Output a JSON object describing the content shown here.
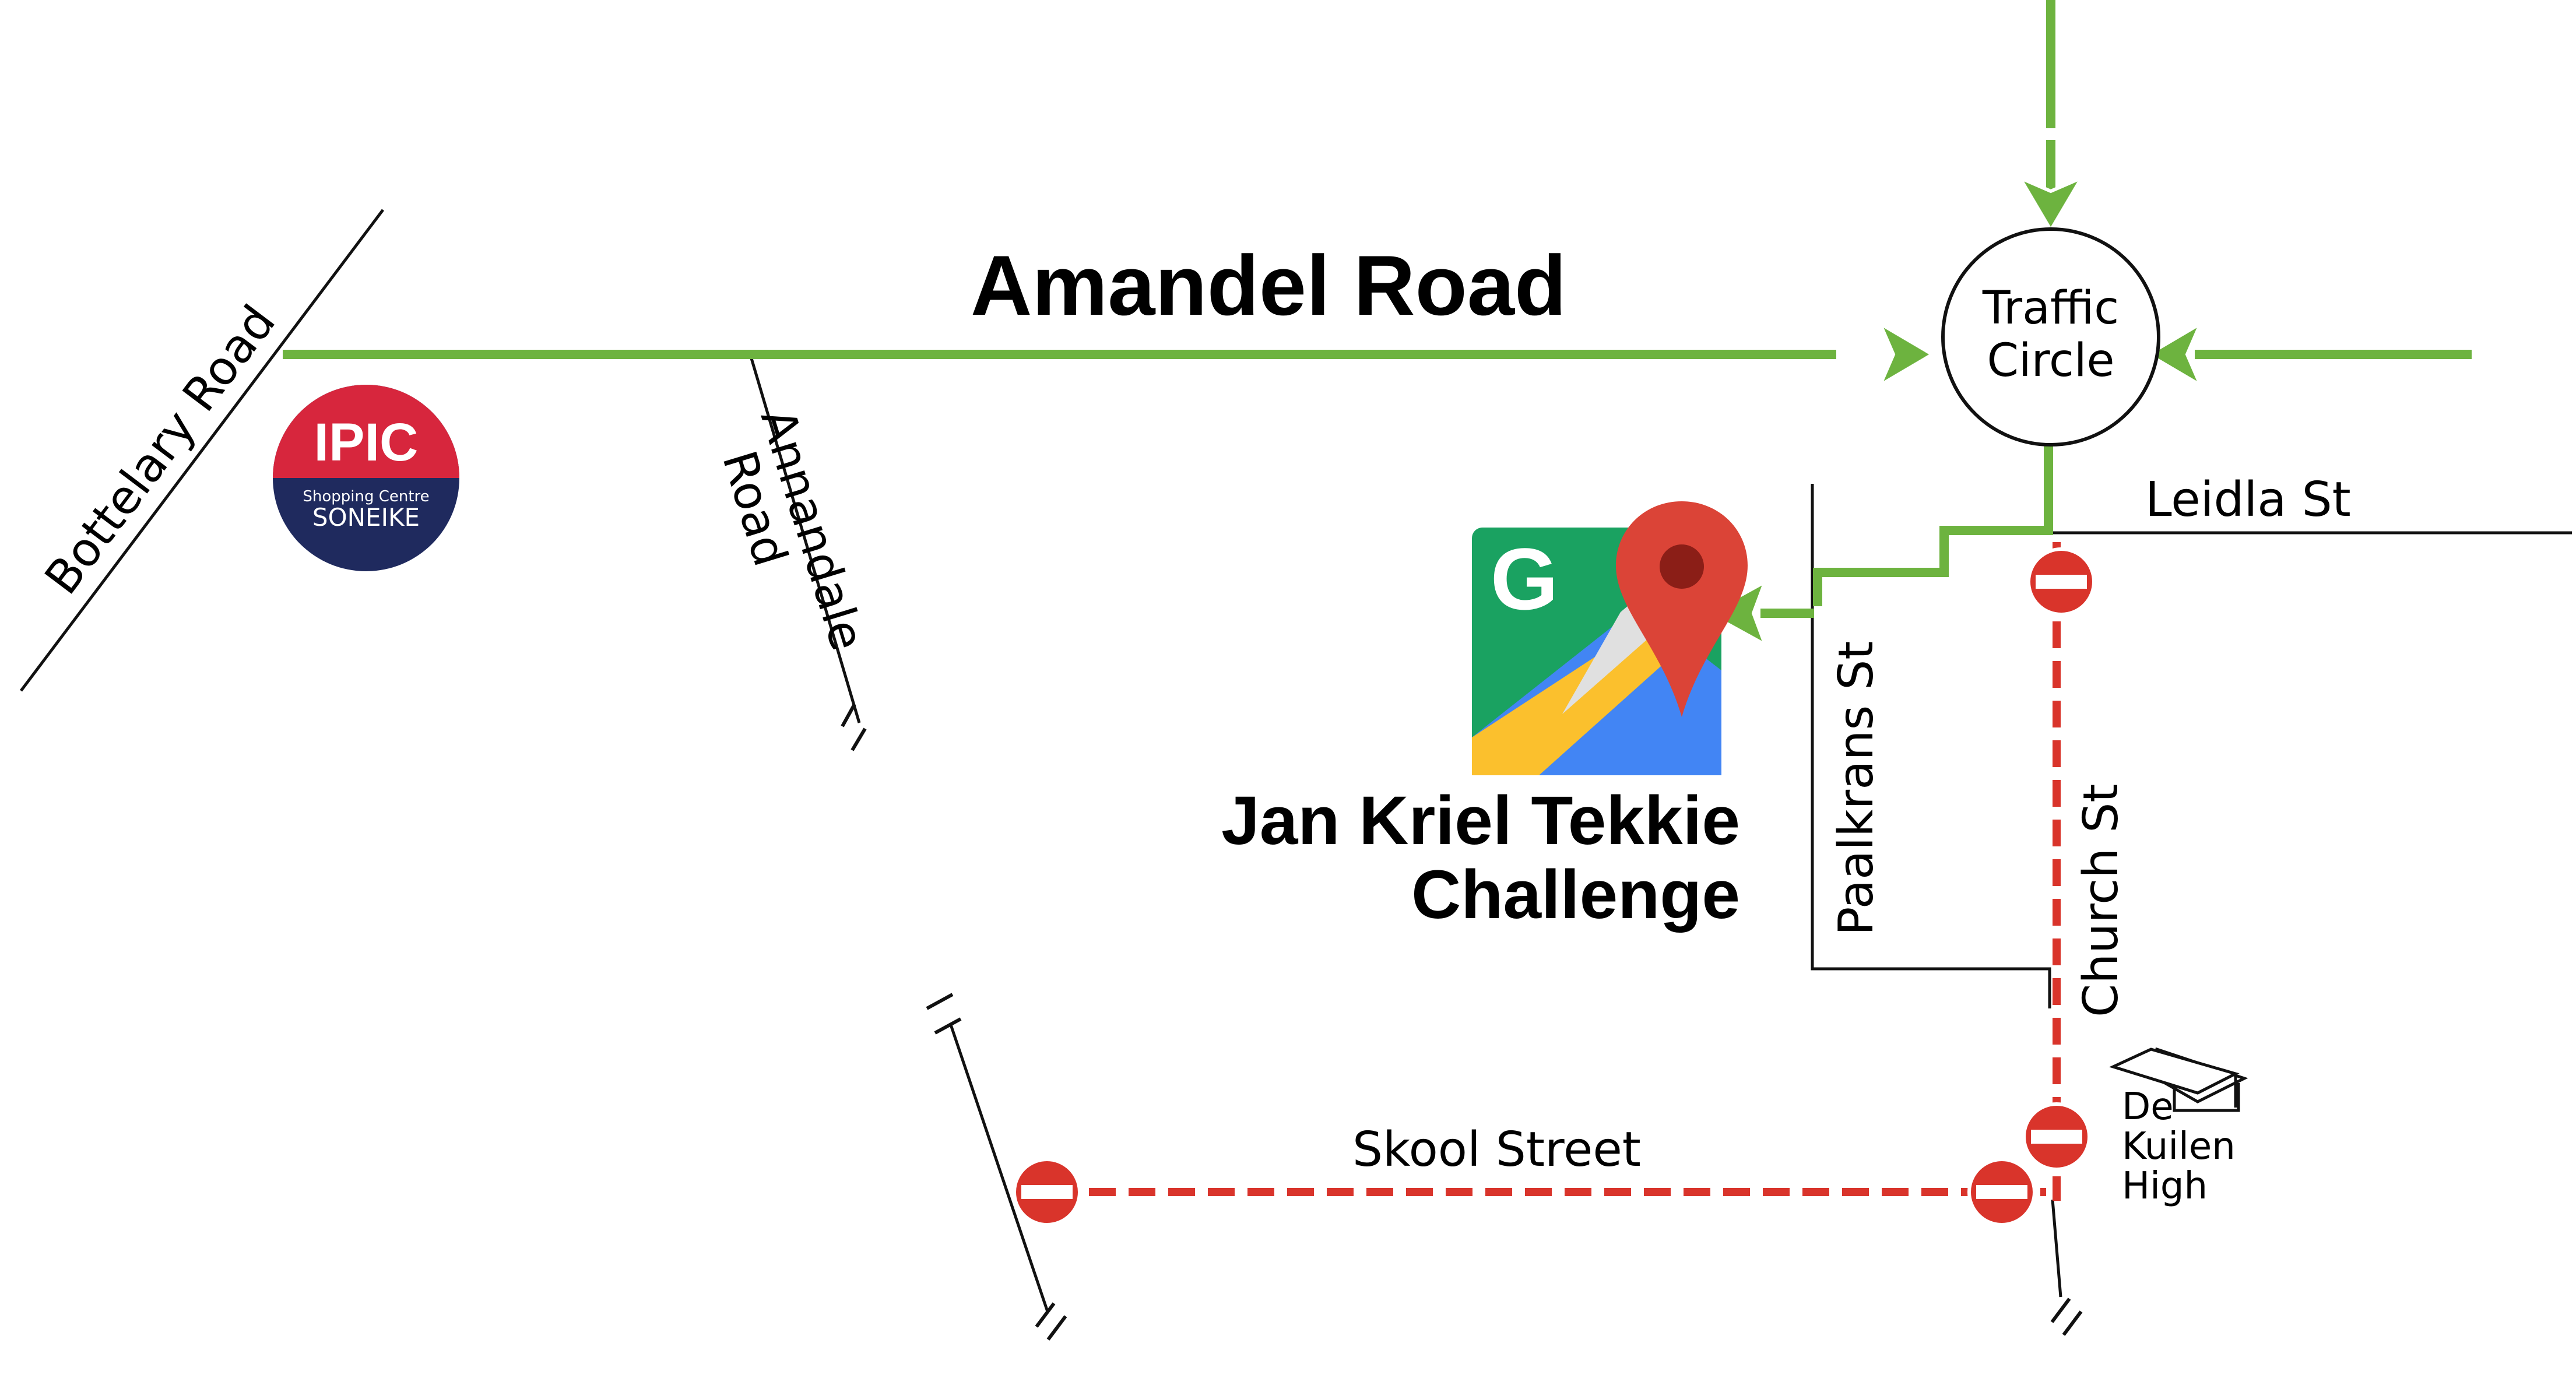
{
  "roads": {
    "amandel": "Amandel Road",
    "bottelary": "Bottelary Road",
    "annandale_line1": "Annandale",
    "annandale_line2": "Road",
    "leidla": "Leidla St",
    "paalkrans": "Paalkrans St",
    "church": "Church St",
    "skool": "Skool Street"
  },
  "traffic_circle": {
    "line1": "Traffic",
    "line2": "Circle"
  },
  "destination": {
    "line1": "Jan Kriel Tekkie",
    "line2": "Challenge"
  },
  "school": {
    "line1": "De",
    "line2": "Kuilen",
    "line3": "High"
  },
  "mall_logo": {
    "brand": "IPIC",
    "tagline": "Shopping Centre",
    "name": "SONEIKE"
  },
  "legend_colors": {
    "route": "#6db33f",
    "closed": "#d9342b",
    "road": "#111111"
  },
  "icons": [
    "no-entry-sign-icon",
    "google-maps-icon",
    "graduation-cap-icon",
    "arrow-icon"
  ]
}
